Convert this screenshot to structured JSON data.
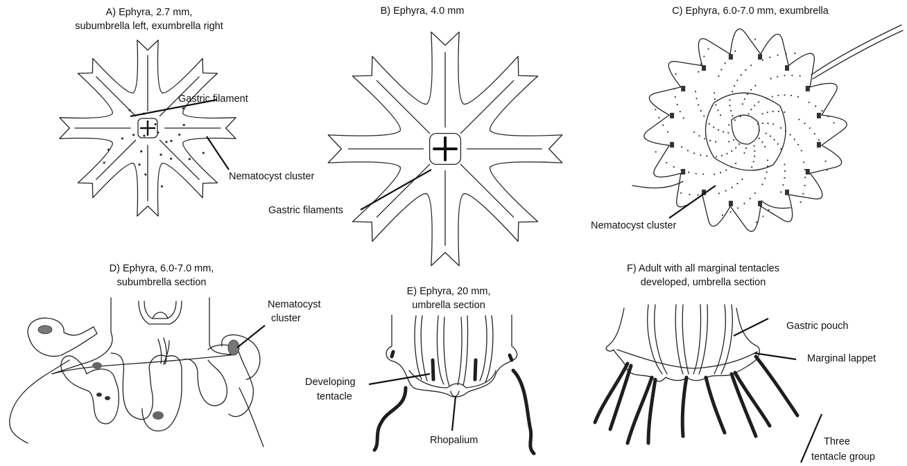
{
  "panels": {
    "a": {
      "title_line1": "A) Ephyra, 2.7 mm,",
      "title_line2": "subumbrella left, exumbrella right",
      "label_gastric": "Gastric filament",
      "label_nematocyst": "Nematocyst cluster"
    },
    "b": {
      "title": "B) Ephyra, 4.0 mm",
      "label_gastric": "Gastric filaments"
    },
    "c": {
      "title": "C) Ephyra, 6.0-7.0 mm, exumbrella",
      "label_nematocyst": "Nematocyst cluster"
    },
    "d": {
      "title_line1": "D) Ephyra, 6.0-7.0 mm,",
      "title_line2": "subumbrella section",
      "label_nematocyst_line1": "Nematocyst",
      "label_nematocyst_line2": "cluster"
    },
    "e": {
      "title_line1": "E) Ephyra, 20 mm,",
      "title_line2": "umbrella  section",
      "label_developing_line1": "Developing",
      "label_developing_line2": "tentacle",
      "label_rhopalium": "Rhopalium"
    },
    "f": {
      "title_line1": "F) Adult with all marginal tentacles",
      "title_line2": "developed, umbrella  section",
      "label_gastric_pouch": "Gastric pouch",
      "label_marginal_lappet": "Marginal lappet",
      "label_three_line1": "Three",
      "label_three_line2": "tentacle group"
    }
  },
  "colors": {
    "ink": "#222222",
    "background": "#ffffff"
  }
}
